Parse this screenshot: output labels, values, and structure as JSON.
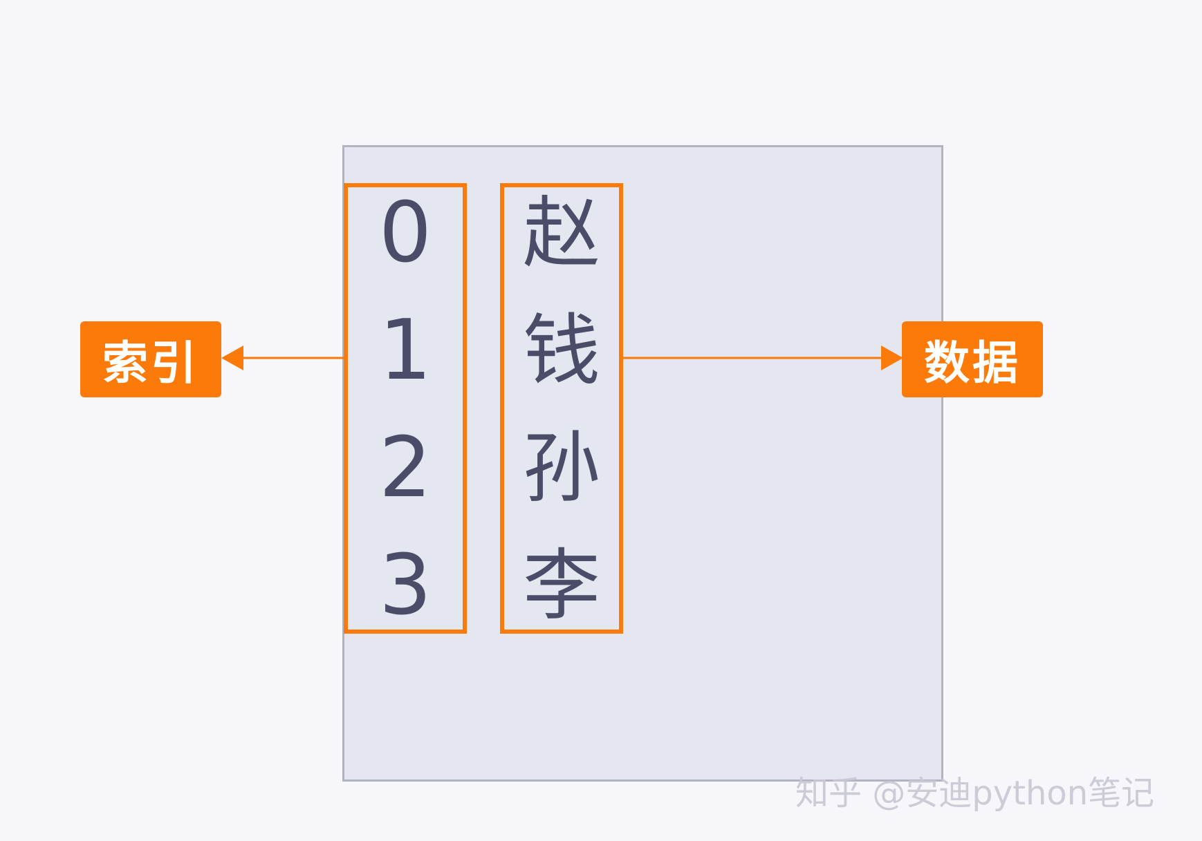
{
  "index_column": [
    "0",
    "1",
    "2",
    "3"
  ],
  "data_column": [
    "赵",
    "钱",
    "孙",
    "李"
  ],
  "labels": {
    "index": "索引",
    "data": "数据"
  },
  "watermark": "知乎 @安迪python笔记",
  "colors": {
    "accent": "#fb7a09",
    "panel": "#e4e6f0",
    "panel_border": "#b1b3c2",
    "text": "#4b4d68",
    "background": "#f6f6fb"
  }
}
